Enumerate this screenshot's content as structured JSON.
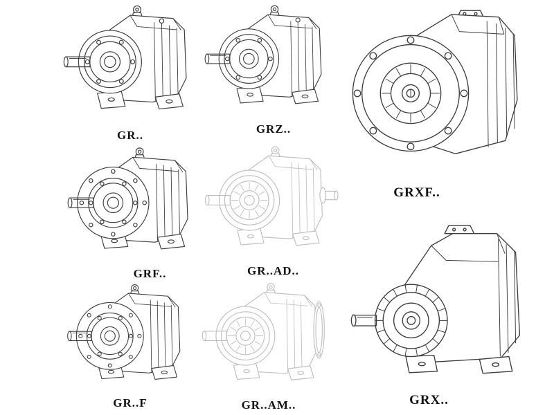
{
  "page": {
    "background": "#ffffff",
    "line_color": "#3d3d3d",
    "faded_line_color": "#bdbdbd",
    "label_color": "#111111"
  },
  "products": [
    {
      "label": "GR.."
    },
    {
      "label": "GRZ.."
    },
    {
      "label": "GRXF.."
    },
    {
      "label": "GRF.."
    },
    {
      "label": "GR..AD.."
    },
    {
      "label": "GR..F"
    },
    {
      "label": "GR..AM.."
    },
    {
      "label": "GRX.."
    }
  ]
}
